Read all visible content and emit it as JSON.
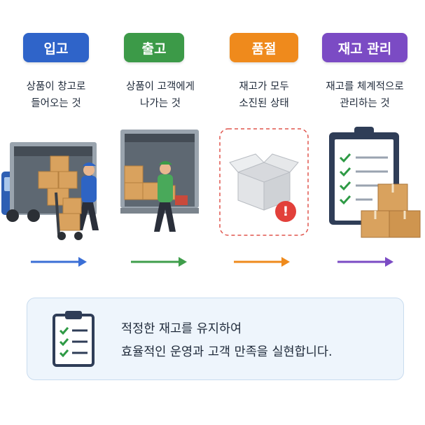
{
  "steps": [
    {
      "title": "입고",
      "color": "#2f64c9",
      "desc_line1": "상품이 창고로",
      "desc_line2": "들어오는 것",
      "arrow_color": "#3b6fd6"
    },
    {
      "title": "출고",
      "color": "#3c9a48",
      "desc_line1": "상품이 고객에게",
      "desc_line2": "나가는 것",
      "arrow_color": "#3f9e4b"
    },
    {
      "title": "품절",
      "color": "#ef8a1c",
      "desc_line1": "재고가 모두",
      "desc_line2": "소진된 상태",
      "arrow_color": "#ef8a1c"
    },
    {
      "title": "재고 관리",
      "color": "#7b4bc4",
      "desc_line1": "재고를 체계적으로",
      "desc_line2": "관리하는 것",
      "arrow_color": "#7b4bc4"
    }
  ],
  "banner": {
    "line1": "적정한 재고를 유지하여",
    "line2": "효율적인 운영과 고객 만족을 실현합니다."
  }
}
